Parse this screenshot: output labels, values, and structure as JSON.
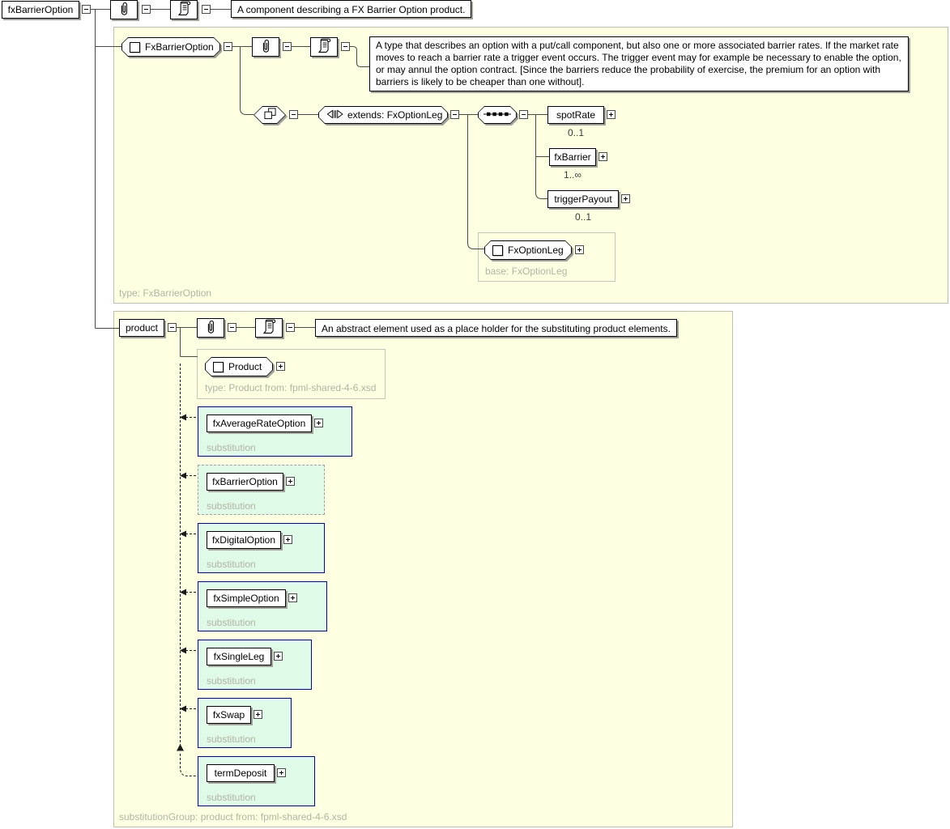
{
  "root_element": {
    "name": "fxBarrierOption",
    "annotation": "A component describing a FX Barrier Option product."
  },
  "type_section": {
    "type_name": "FxBarrierOption",
    "annotation": "A type that describes an option with a put/call component, but also one or more associated barrier rates. If the market rate moves to reach a barrier rate a trigger event occurs. The trigger event may for example be necessary to enable the option, or may annul the option contract. [Since the barriers reduce the probability of exercise, the premium for an option with barriers is likely to be cheaper than one without].",
    "extends_label": "extends: FxOptionLeg",
    "children": [
      {
        "name": "spotRate",
        "occurrence": "0..1"
      },
      {
        "name": "fxBarrier",
        "occurrence": "1..∞"
      },
      {
        "name": "triggerPayout",
        "occurrence": "0..1"
      }
    ],
    "base": {
      "type_name": "FxOptionLeg",
      "caption": "base: FxOptionLeg"
    },
    "footer": "type: FxBarrierOption"
  },
  "product_section": {
    "element_name": "product",
    "annotation": "An abstract element used as a place holder for the substituting product elements.",
    "head_type": {
      "type_name": "Product",
      "caption": "type: Product from: fpml-shared-4-6.xsd"
    },
    "substitutions": [
      {
        "name": "fxAverageRateOption",
        "caption": "substitution"
      },
      {
        "name": "fxBarrierOption",
        "caption": "substitution"
      },
      {
        "name": "fxDigitalOption",
        "caption": "substitution"
      },
      {
        "name": "fxSimpleOption",
        "caption": "substitution"
      },
      {
        "name": "fxSingleLeg",
        "caption": "substitution"
      },
      {
        "name": "fxSwap",
        "caption": "substitution"
      },
      {
        "name": "termDeposit",
        "caption": "substitution"
      }
    ],
    "footer": "substitutionGroup: product from: fpml-shared-4-6.xsd"
  },
  "icons": {
    "attributes_icon": "paperclip",
    "annotation_icon": "scroll",
    "collapse_icon": "minus-box",
    "expand_icon": "plus-box",
    "complex_type_icon": "square",
    "complex_content_icon": "overlapping-squares",
    "extension_icon": "outward-triangles",
    "sequence_icon": "dotted-line-squares",
    "substitution_arrow_icon": "dashed-arrow"
  },
  "colors": {
    "region_bg": "#ffffe2",
    "region_border": "#bdbdb0",
    "substitution_bg": "#e0fae8",
    "substitution_border": "#0000cd",
    "current_substitution_border": "#9f9f9f",
    "caption_gray": "#b3b3a3",
    "connector_line": "#4a4a4a",
    "box_shadow": "#a0a098"
  }
}
